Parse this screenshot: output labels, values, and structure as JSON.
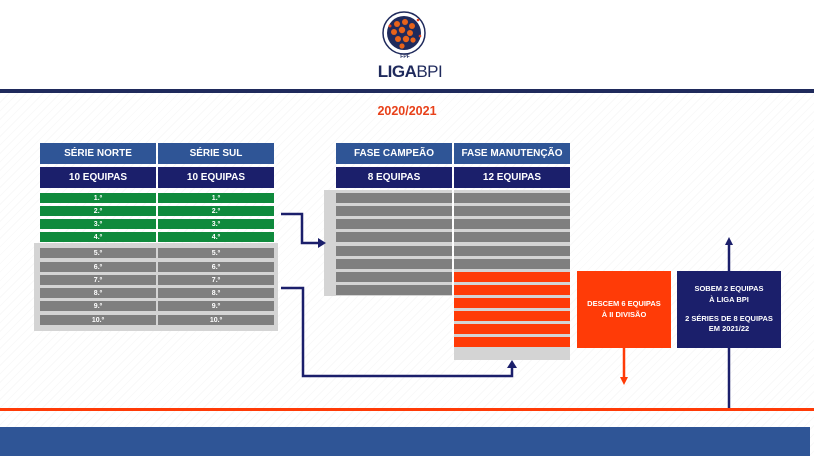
{
  "logo": {
    "text_main": "LIGA",
    "text_sub": "BPI",
    "caption": "FPF"
  },
  "season": "2020/2021",
  "series": [
    {
      "header": "SÉRIE NORTE",
      "teams": "10 EQUIPAS"
    },
    {
      "header": "SÉRIE SUL",
      "teams": "10 EQUIPAS"
    }
  ],
  "positions": [
    "1.º",
    "2.º",
    "3.º",
    "4.º",
    "5.º",
    "6.º",
    "7.º",
    "8.º",
    "9.º",
    "10.º"
  ],
  "phases": [
    {
      "header": "FASE CAMPEÃO",
      "teams": "8 EQUIPAS",
      "rows": 8
    },
    {
      "header": "FASE MANUTENÇÃO",
      "teams": "12 EQUIPAS",
      "rows": 12,
      "relegated_rows": 6
    }
  ],
  "relegation_box": {
    "line1": "DESCEM 6 EQUIPAS",
    "line2": "À II DIVISÃO"
  },
  "promotion_box": {
    "line1": "SOBEM 2 EQUIPAS",
    "line2": "À LIGA BPI",
    "line3": "2 SÉRIES DE 8 EQUIPAS",
    "line4": "EM 2021/22"
  },
  "colors": {
    "green": "#0f8a3c",
    "grey": "#7f7f7f",
    "orange": "#ff3b07",
    "navy": "#1b1f6b",
    "blue": "#2f5596"
  }
}
